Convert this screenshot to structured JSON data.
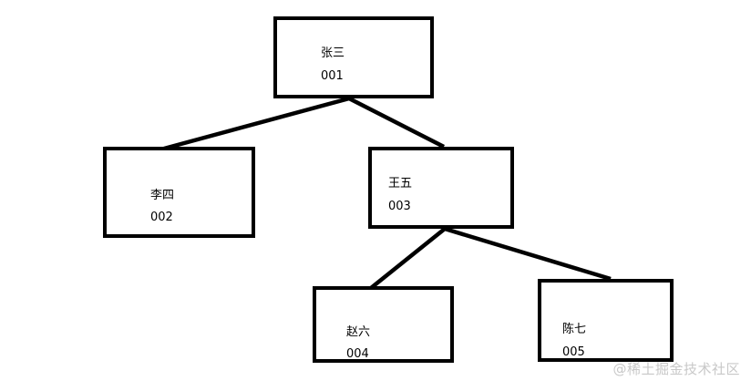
{
  "tree": {
    "nodes": [
      {
        "key": "zhangsan",
        "name": "张三",
        "id": "001"
      },
      {
        "key": "lisi",
        "name": "李四",
        "id": "002"
      },
      {
        "key": "wangwu",
        "name": "王五",
        "id": "003"
      },
      {
        "key": "zhaoliu",
        "name": "赵六",
        "id": "004"
      },
      {
        "key": "chenqi",
        "name": "陈七",
        "id": "005"
      }
    ],
    "edges": [
      {
        "from": "zhangsan",
        "to": "lisi"
      },
      {
        "from": "zhangsan",
        "to": "wangwu"
      },
      {
        "from": "wangwu",
        "to": "zhaoliu"
      },
      {
        "from": "wangwu",
        "to": "chenqi"
      }
    ]
  },
  "watermark": "@稀土掘金技术社区"
}
